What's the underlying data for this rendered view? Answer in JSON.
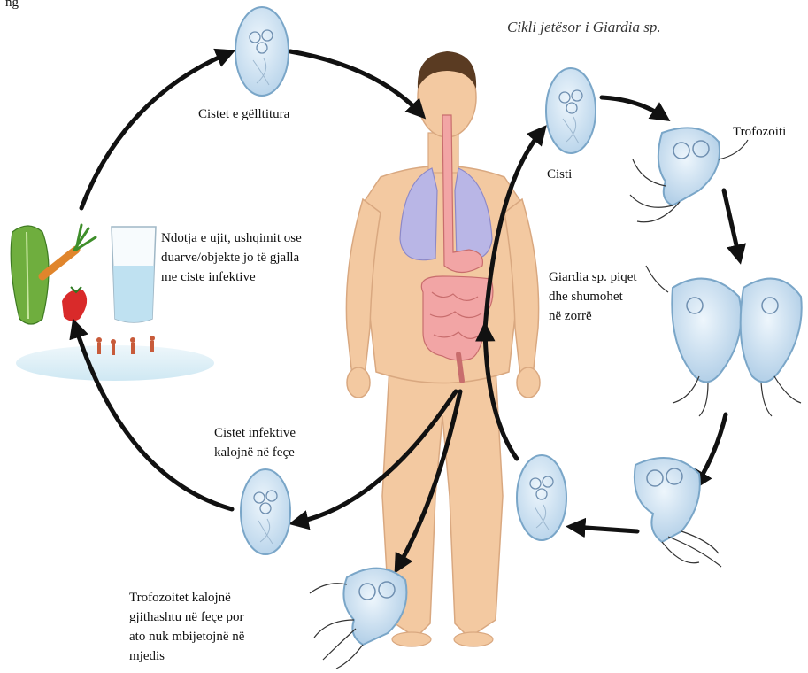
{
  "top_text": "ng",
  "title": "Cikli jetësor i Giardia sp.",
  "labels": {
    "cysts_swallowed": "Cistet e gëlltitura",
    "cyst": "Cisti",
    "trophozoite": "Trofozoiti",
    "contamination": "Ndotja e ujit, ushqimit ose\nduarve/objekte jo të gjalla\nme ciste infektive",
    "multiplies": "Giardia sp. piqet\ndhe shumohet\nnë zorrë",
    "infective_cysts_feces": "Cistet infektive\nkalojnë në feçe",
    "trophozoites_feces": "Trofozoitet kalojnë\ngjithashtu në feçe por\nato nuk mbijetojnë në\nmjedis"
  },
  "colors": {
    "arrow": "#111111",
    "cyst_fill": "#cfe3f4",
    "cyst_stroke": "#7aa6c8",
    "skin": "#f3c9a1",
    "hair": "#5a3b22",
    "lung": "#b9b6e6",
    "intestine": "#f2a5a5",
    "water": "#bfe1f1"
  }
}
